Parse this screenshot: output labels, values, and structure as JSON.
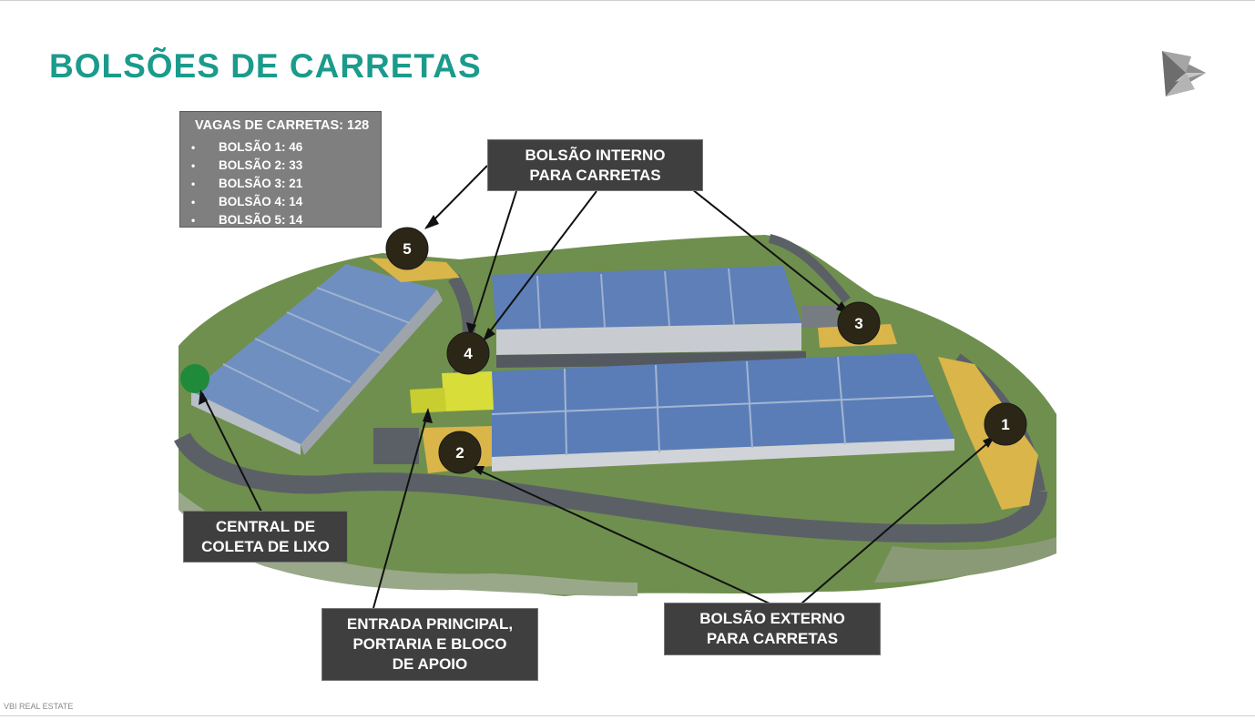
{
  "slide": {
    "title": "BOLSÕES DE CARRETAS",
    "footer": "VBI REAL ESTATE"
  },
  "info_box": {
    "heading": "VAGAS DE CARRETAS: 128",
    "items": [
      "BOLSÃO 1: 46",
      "BOLSÃO 2: 33",
      "BOLSÃO 3: 21",
      "BOLSÃO 4: 14",
      "BOLSÃO 5: 14"
    ]
  },
  "labels": {
    "internal_line1": "BOLSÃO INTERNO",
    "internal_line2": "PARA CARRETAS",
    "external_line1": "BOLSÃO EXTERNO",
    "external_line2": "PARA CARRETAS",
    "waste_line1": "CENTRAL DE",
    "waste_line2": "COLETA DE LIXO",
    "entrance_line1": "ENTRADA PRINCIPAL,",
    "entrance_line2": "PORTARIA E BLOCO",
    "entrance_line3": "DE APOIO"
  },
  "markers": [
    "1",
    "2",
    "3",
    "4",
    "5"
  ],
  "colors": {
    "title": "#1a9b8c",
    "marker": "#2b2616",
    "parking_area": "#d9b54a",
    "support_block": "#d8dd3a",
    "waste_point": "#1f8a3a",
    "label_bg": "#3f3f3f",
    "info_bg": "#7f7f7f"
  }
}
